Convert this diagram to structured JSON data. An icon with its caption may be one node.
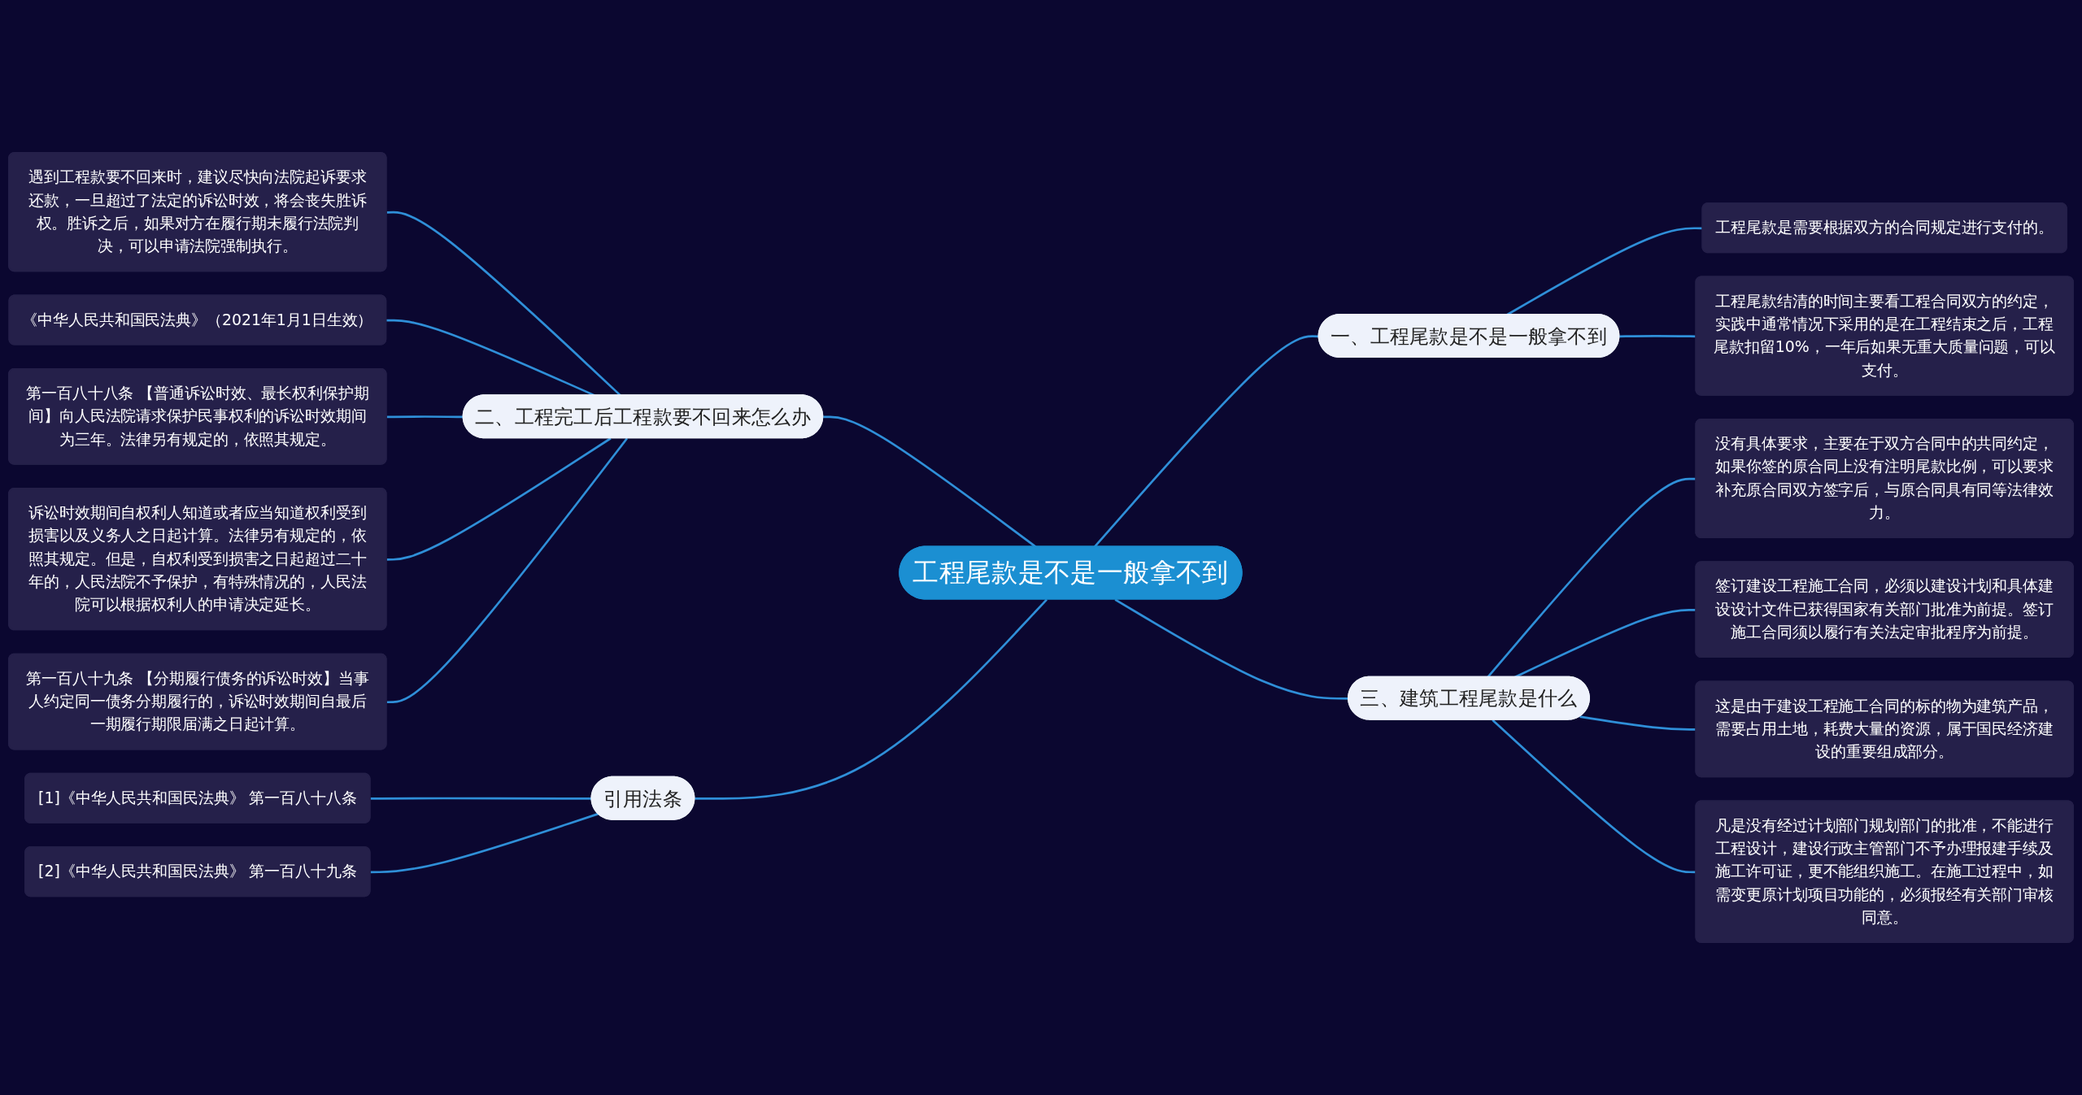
{
  "diagram": {
    "nodes": [
      {
        "text": [
          "工程尾款是不是一般拿不到"
        ]
      },
      {
        "text": [
          "一、工程尾款是不是一般拿不到"
        ]
      },
      {
        "text": [
          "工程尾款是需要根据双方的合同规定进行支付的。"
        ]
      },
      {
        "text": [
          "工程尾款结清的时间主要看工程合同双方的约定，实践中通常情况下采用的是在工程结束之后，工程尾款扣留10%，一年后如果无重大质量问题，可以支付。"
        ]
      },
      {
        "text": [
          "二、工程完工后工程款要不回来怎么办"
        ]
      },
      {
        "text": [
          "遇到工程款要不回来时，建议尽快向法院起诉要求还款，一旦超过了法定的诉讼时效，将会丧失胜诉权。胜诉之后，如果对方在履行期未履行法院判决，可以申请法院强制执行。"
        ]
      },
      {
        "text": [
          "《中华人民共和国民法典》（2021年1月1日生效）"
        ]
      },
      {
        "text": [
          "第一百八十八条 【普通诉讼时效、最长权利保护期间】向人民法院请求保护民事权利的诉讼时效期间为三年。法律另有规定的，依照其规定。"
        ]
      },
      {
        "text": [
          "诉讼时效期间自权利人知道或者应当知道权利受到损害以及义务人之日起计算。法律另有规定的，依照其规定。但是，自权利受到损害之日起超过二十年的，人民法院不予保护，有特殊情况的，人民法院可以根据权利人的申请决定延长。"
        ]
      },
      {
        "text": [
          "第一百八十九条 【分期履行债务的诉讼时效】当事人约定同一债务分期履行的，诉讼时效期间自最后一期履行期限届满之日起计算。"
        ]
      },
      {
        "text": [
          "三、建筑工程尾款是什么"
        ]
      },
      {
        "text": [
          "没有具体要求，主要在于双方合同中的共同约定，如果你签的原合同上没有注明尾款比例，可以要求补充原合同双方签字后，与原合同具有同等法律效力。"
        ]
      },
      {
        "text": [
          "签订建设工程施工合同，必须以建设计划和具体建设设计文件已获得国家有关部门批准为前提。签订施工合同须以履行有关法定审批程序为前提。"
        ]
      },
      {
        "text": [
          "这是由于建设工程施工合同的标的物为建筑产品，需要占用土地，耗费大量的资源，属于国民经济建设的重要组成部分。"
        ]
      },
      {
        "text": [
          "凡是没有经过计划部门规划部门的批准，不能进行工程设计，建设行政主管部门不予办理报建手续及施工许可证，更不能组织施工。在施工过程中，如需变更原计划项目功能的，必须报经有关部门审核同意。"
        ]
      },
      {
        "text": [
          "引用法条"
        ]
      },
      {
        "text": [
          "[1]《中华人民共和国民法典》 第一百八十八条"
        ]
      },
      {
        "text": [
          "[2]《中华人民共和国民法典》 第一百八十九条"
        ]
      }
    ],
    "edges": [
      {
        "from": 0,
        "to": 1,
        "arrow": "none"
      },
      {
        "from": 1,
        "to": 2,
        "arrow": "none"
      },
      {
        "from": 1,
        "to": 3,
        "arrow": "none"
      },
      {
        "from": 0,
        "to": 4,
        "arrow": "none"
      },
      {
        "from": 4,
        "to": 5,
        "arrow": "none"
      },
      {
        "from": 4,
        "to": 6,
        "arrow": "none"
      },
      {
        "from": 4,
        "to": 7,
        "arrow": "none"
      },
      {
        "from": 4,
        "to": 8,
        "arrow": "none"
      },
      {
        "from": 4,
        "to": 9,
        "arrow": "none"
      },
      {
        "from": 0,
        "to": 10,
        "arrow": "none"
      },
      {
        "from": 10,
        "to": 11,
        "arrow": "none"
      },
      {
        "from": 10,
        "to": 12,
        "arrow": "none"
      },
      {
        "from": 10,
        "to": 13,
        "arrow": "none"
      },
      {
        "from": 10,
        "to": 14,
        "arrow": "none"
      },
      {
        "from": 0,
        "to": 15,
        "arrow": "none"
      },
      {
        "from": 15,
        "to": 16,
        "arrow": "none"
      },
      {
        "from": 15,
        "to": 17,
        "arrow": "none"
      }
    ]
  }
}
